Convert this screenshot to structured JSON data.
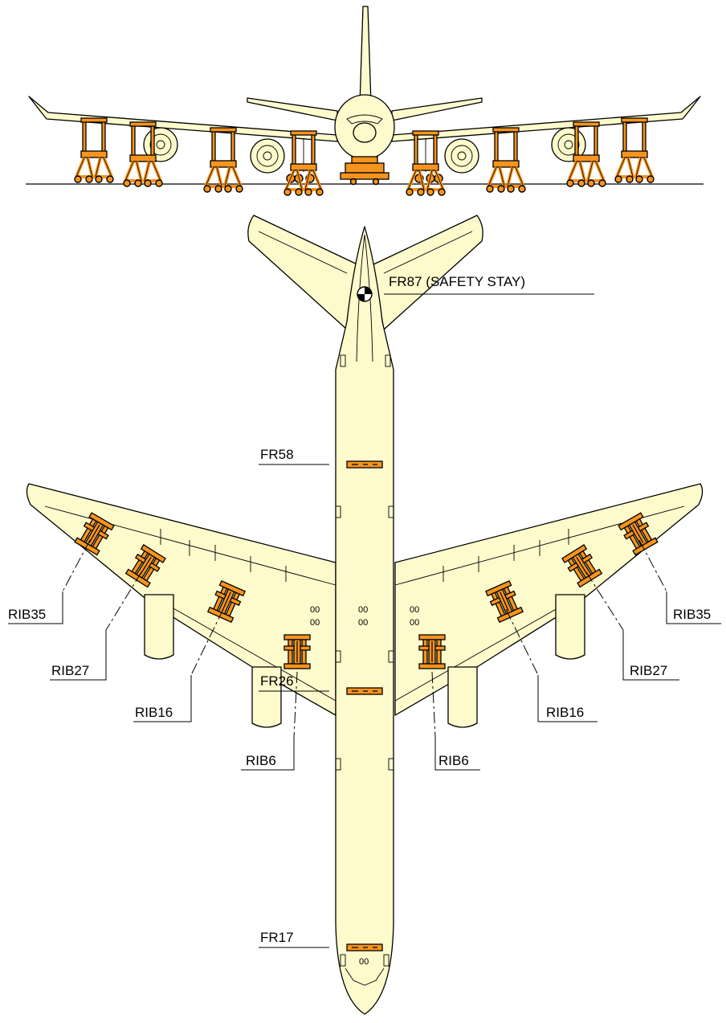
{
  "diagram": {
    "colors": {
      "airframe": "#fdfacc",
      "jack": "#f7941d",
      "outline": "#000000"
    },
    "fuselage_labels": {
      "fr87": "FR87 (SAFETY STAY)",
      "fr58": "FR58",
      "fr26": "FR26",
      "fr17": "FR17"
    },
    "wing_labels": {
      "left_rib35": "RIB35",
      "left_rib27": "RIB27",
      "left_rib16": "RIB16",
      "left_rib6": "RIB6",
      "right_rib35": "RIB35",
      "right_rib27": "RIB27",
      "right_rib16": "RIB16",
      "right_rib6": "RIB6"
    },
    "markings": {
      "mark": "00"
    }
  }
}
